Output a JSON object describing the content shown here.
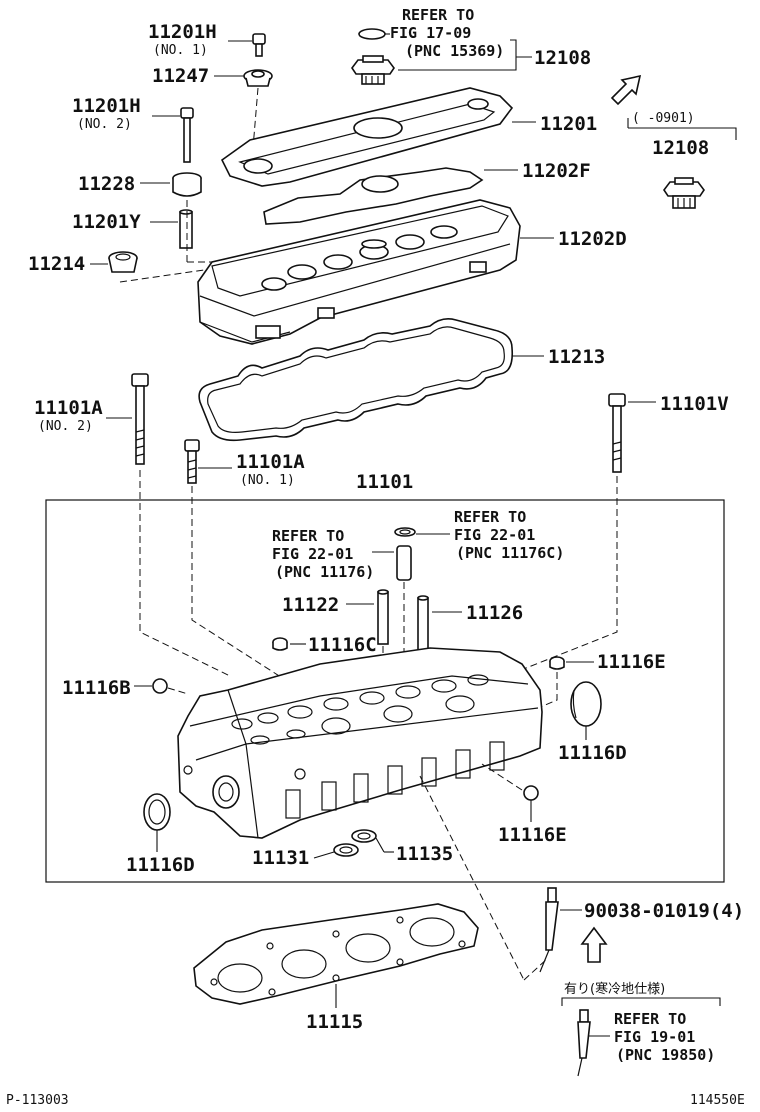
{
  "parts": {
    "p11201H_1": "11201H",
    "p11201H_1_sub": "(NO. 1)",
    "p11247": "11247",
    "p11201H_2": "11201H",
    "p11201H_2_sub": "(NO. 2)",
    "p11228": "11228",
    "p11201Y": "11201Y",
    "p11214": "11214",
    "p12108": "12108",
    "p12108_b": "12108",
    "p11201": "11201",
    "p11202F": "11202F",
    "p11202D": "11202D",
    "p11213": "11213",
    "p11101A_2": "11101A",
    "p11101A_2_sub": "(NO. 2)",
    "p11101A_1": "11101A",
    "p11101A_1_sub": "(NO. 1)",
    "p11101V": "11101V",
    "p11101": "11101",
    "p11122": "11122",
    "p11126": "11126",
    "p11116C": "11116C",
    "p11116E_a": "11116E",
    "p11116B": "11116B",
    "p11116D_a": "11116D",
    "p11116E_b": "11116E",
    "p11116D_b": "11116D",
    "p11131": "11131",
    "p11135": "11135",
    "p90038": "90038-01019(4)",
    "p11115": "11115"
  },
  "refs": {
    "r1_l1": "REFER TO",
    "r1_l2": "FIG 17-09",
    "r1_l3": "(PNC 15369)",
    "r2_l1": "REFER TO",
    "r2_l2": "FIG 22-01",
    "r2_l3": "(PNC 11176)",
    "r3_l1": "REFER TO",
    "r3_l2": "FIG 22-01",
    "r3_l3": "(PNC 11176C)",
    "r4_l1": "REFER TO",
    "r4_l2": "FIG 19-01",
    "r4_l3": "(PNC 19850)"
  },
  "notes": {
    "date_range": "(    -0901)",
    "cold_spec": "有り(寒冷地仕様)"
  },
  "footer": {
    "page_id": "P-113003",
    "fig_code": "114550E"
  }
}
